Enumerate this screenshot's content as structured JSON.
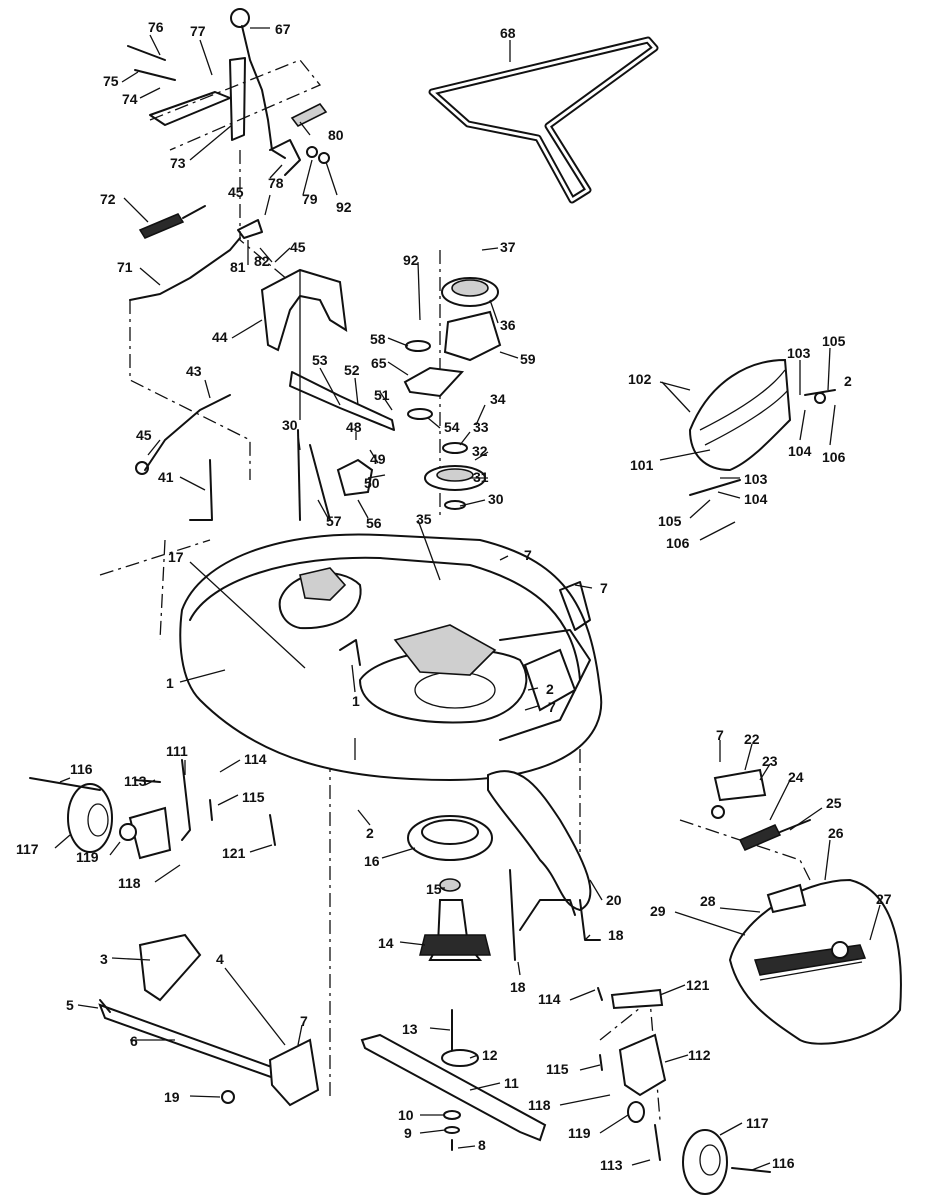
{
  "callouts": [
    {
      "id": "c76a",
      "text": "76"
    },
    {
      "id": "c77",
      "text": "77"
    },
    {
      "id": "c67",
      "text": "67"
    },
    {
      "id": "c75",
      "text": "75"
    },
    {
      "id": "c74",
      "text": "74"
    },
    {
      "id": "c80",
      "text": "80"
    },
    {
      "id": "c73",
      "text": "73"
    },
    {
      "id": "c78",
      "text": "78"
    },
    {
      "id": "c79",
      "text": "79"
    },
    {
      "id": "c92a",
      "text": "92"
    },
    {
      "id": "c45a",
      "text": "45"
    },
    {
      "id": "c72",
      "text": "72"
    },
    {
      "id": "c45b",
      "text": "45"
    },
    {
      "id": "c81",
      "text": "81"
    },
    {
      "id": "c82",
      "text": "82"
    },
    {
      "id": "c71",
      "text": "71"
    },
    {
      "id": "c44",
      "text": "44"
    },
    {
      "id": "c68",
      "text": "68"
    },
    {
      "id": "c92b",
      "text": "92"
    },
    {
      "id": "c37",
      "text": "37"
    },
    {
      "id": "c36",
      "text": "36"
    },
    {
      "id": "c58",
      "text": "58"
    },
    {
      "id": "c59",
      "text": "59"
    },
    {
      "id": "c65",
      "text": "65"
    },
    {
      "id": "c53",
      "text": "53"
    },
    {
      "id": "c52",
      "text": "52"
    },
    {
      "id": "c51",
      "text": "51"
    },
    {
      "id": "c34",
      "text": "34"
    },
    {
      "id": "c54",
      "text": "54"
    },
    {
      "id": "c33",
      "text": "33"
    },
    {
      "id": "c43",
      "text": "43"
    },
    {
      "id": "c48",
      "text": "48"
    },
    {
      "id": "c49",
      "text": "49"
    },
    {
      "id": "c32",
      "text": "32"
    },
    {
      "id": "c45c",
      "text": "45"
    },
    {
      "id": "c30a",
      "text": "30"
    },
    {
      "id": "c50",
      "text": "50"
    },
    {
      "id": "c31",
      "text": "31"
    },
    {
      "id": "c41",
      "text": "41"
    },
    {
      "id": "c57",
      "text": "57"
    },
    {
      "id": "c56",
      "text": "56"
    },
    {
      "id": "c30b",
      "text": "30"
    },
    {
      "id": "c35",
      "text": "35"
    },
    {
      "id": "c17",
      "text": "17"
    },
    {
      "id": "c7a",
      "text": "7"
    },
    {
      "id": "c7b",
      "text": "7"
    },
    {
      "id": "c1a",
      "text": "1"
    },
    {
      "id": "c1b",
      "text": "1"
    },
    {
      "id": "c2a",
      "text": "2"
    },
    {
      "id": "c7c",
      "text": "7"
    },
    {
      "id": "c102",
      "text": "102"
    },
    {
      "id": "c103a",
      "text": "103"
    },
    {
      "id": "c105a",
      "text": "105"
    },
    {
      "id": "c2b",
      "text": "2"
    },
    {
      "id": "c101",
      "text": "101"
    },
    {
      "id": "c104a",
      "text": "104"
    },
    {
      "id": "c106a",
      "text": "106"
    },
    {
      "id": "c103b",
      "text": "103"
    },
    {
      "id": "c104b",
      "text": "104"
    },
    {
      "id": "c105b",
      "text": "105"
    },
    {
      "id": "c106b",
      "text": "106"
    },
    {
      "id": "c113a",
      "text": "113"
    },
    {
      "id": "c111",
      "text": "111"
    },
    {
      "id": "c114a",
      "text": "114"
    },
    {
      "id": "c116a",
      "text": "116"
    },
    {
      "id": "c115a",
      "text": "115"
    },
    {
      "id": "c117a",
      "text": "117"
    },
    {
      "id": "c119a",
      "text": "119"
    },
    {
      "id": "c121a",
      "text": "121"
    },
    {
      "id": "c118a",
      "text": "118"
    },
    {
      "id": "c2c",
      "text": "2"
    },
    {
      "id": "c16",
      "text": "16"
    },
    {
      "id": "c7d",
      "text": "7"
    },
    {
      "id": "c22",
      "text": "22"
    },
    {
      "id": "c23",
      "text": "23"
    },
    {
      "id": "c24",
      "text": "24"
    },
    {
      "id": "c25",
      "text": "25"
    },
    {
      "id": "c26",
      "text": "26"
    },
    {
      "id": "c15",
      "text": "15"
    },
    {
      "id": "c20",
      "text": "20"
    },
    {
      "id": "c28",
      "text": "28"
    },
    {
      "id": "c29",
      "text": "29"
    },
    {
      "id": "c27",
      "text": "27"
    },
    {
      "id": "c14",
      "text": "14"
    },
    {
      "id": "c18a",
      "text": "18"
    },
    {
      "id": "c18b",
      "text": "18"
    },
    {
      "id": "c3",
      "text": "3"
    },
    {
      "id": "c4",
      "text": "4"
    },
    {
      "id": "c5",
      "text": "5"
    },
    {
      "id": "c7e",
      "text": "7"
    },
    {
      "id": "c6",
      "text": "6"
    },
    {
      "id": "c114b",
      "text": "114"
    },
    {
      "id": "c121b",
      "text": "121"
    },
    {
      "id": "c13",
      "text": "13"
    },
    {
      "id": "c12",
      "text": "12"
    },
    {
      "id": "c112",
      "text": "112"
    },
    {
      "id": "c115b",
      "text": "115"
    },
    {
      "id": "c11",
      "text": "11"
    },
    {
      "id": "c19",
      "text": "19"
    },
    {
      "id": "c118b",
      "text": "118"
    },
    {
      "id": "c10",
      "text": "10"
    },
    {
      "id": "c9",
      "text": "9"
    },
    {
      "id": "c119b",
      "text": "119"
    },
    {
      "id": "c8",
      "text": "8"
    },
    {
      "id": "c117b",
      "text": "117"
    },
    {
      "id": "c113b",
      "text": "113"
    },
    {
      "id": "c116b",
      "text": "116"
    }
  ]
}
